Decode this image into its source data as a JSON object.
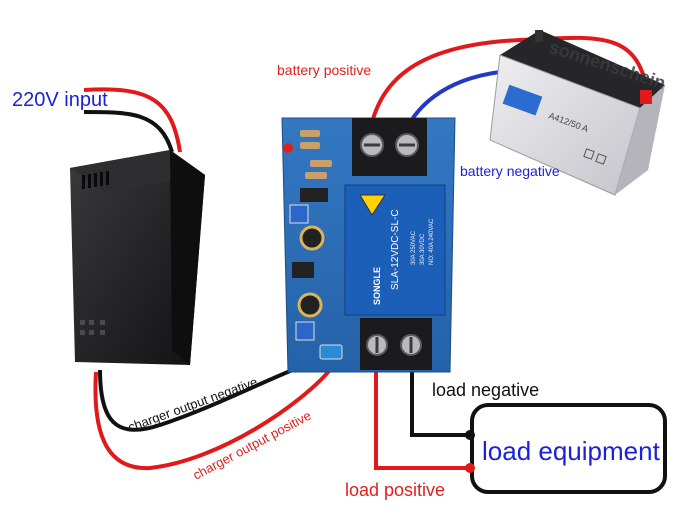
{
  "labels": {
    "input_220v": "220V input",
    "battery_positive": "battery positive",
    "battery_negative": "battery negative",
    "charger_output_negative": "charger output negative",
    "charger_output_positive": "charger output positive",
    "load_negative": "load negative",
    "load_equipment": "load equipment",
    "load_positive": "load positive"
  },
  "relay": {
    "brand": "SONGLE",
    "model": "SLA-12VDC-SL-C",
    "rating_1": "30A 250VAC",
    "rating_2": "30A 30VDC",
    "rating_3": "NO: 40A 240VAC"
  },
  "battery": {
    "brand": "sonnenschein",
    "model": "A412/50 A"
  },
  "colors": {
    "red_text": "#e0201c",
    "blue_text": "#1a22d8",
    "red_wire": "#e01a1a",
    "blue_wire": "#2438c8",
    "black_wire": "#111111",
    "pcb": "#2a6fb8",
    "charger": "#1c1c1e",
    "battery_body": "#d9d9dd",
    "battery_top": "#2a2a2e",
    "relay": "#1c5fb8"
  }
}
